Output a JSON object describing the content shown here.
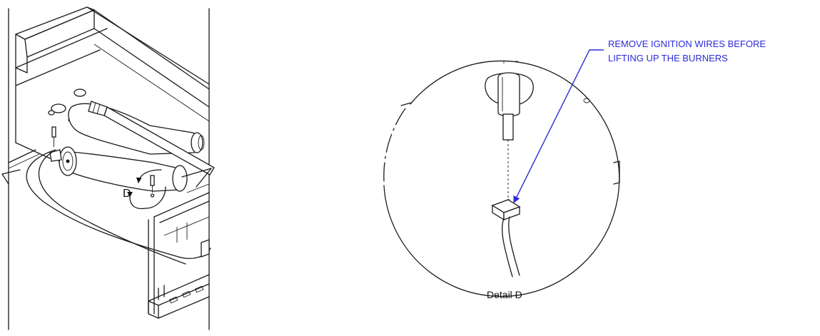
{
  "annotation": {
    "line1": "REMOVE IGNITION WIRES BEFORE",
    "line2": "LIFTING UP THE BURNERS",
    "color": "#2b2bd6"
  },
  "detail_caption": "Detail D",
  "callout_letter": "D"
}
